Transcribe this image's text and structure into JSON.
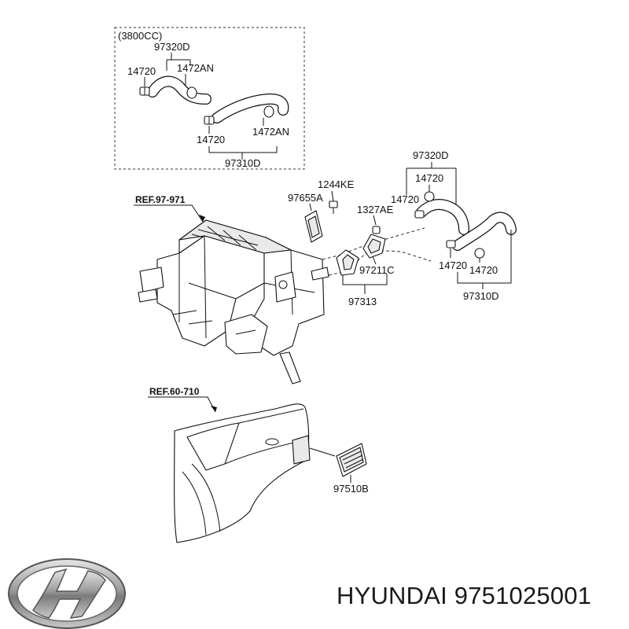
{
  "inset": {
    "variant": "(3800CC)",
    "labels": [
      "97320D",
      "14720",
      "1472AN",
      "14720",
      "1472AN",
      "97310D"
    ]
  },
  "refs": [
    "REF.97-971",
    "REF.60-710"
  ],
  "parts": {
    "p97320D": "97320D",
    "p14720_a": "14720",
    "p14720_b": "14720",
    "p14720_c": "14720",
    "p14720_d": "14720",
    "p97310D": "97310D",
    "p1244KE": "1244KE",
    "p97655A": "97655A",
    "p1327AE": "1327AE",
    "p97211C": "97211C",
    "p97313": "97313",
    "p97510B": "97510B"
  },
  "footer": {
    "brand": "HYUNDAI",
    "part_number": "9751025001",
    "logo": "hyundai-logo"
  }
}
